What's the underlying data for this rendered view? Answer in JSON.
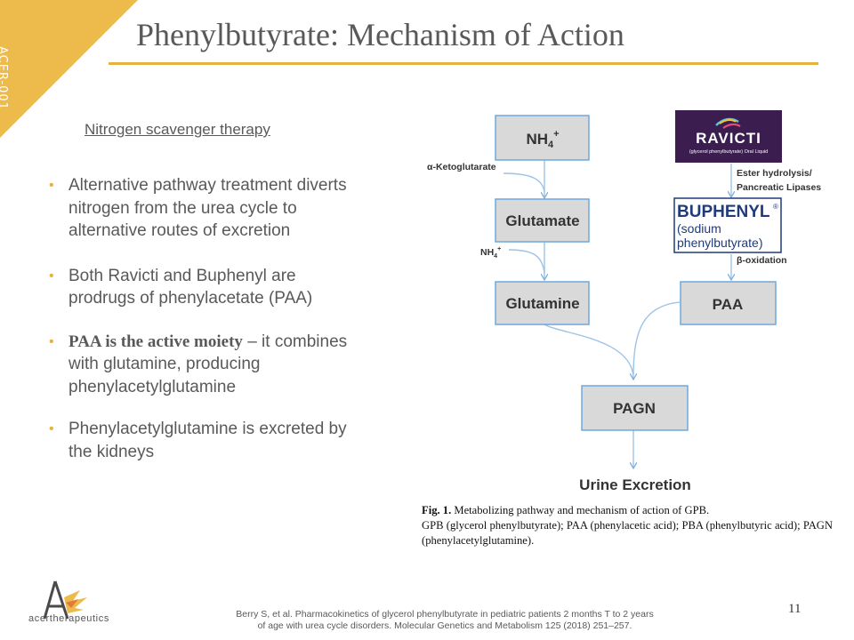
{
  "slide": {
    "tag": "ACER-001",
    "title": "Phenylbutyrate: Mechanism of Action",
    "subheading": "Nitrogen scavenger therapy",
    "bullets": [
      "Alternative pathway treatment diverts nitrogen from the urea cycle to alternative routes of excretion",
      "Both Ravicti and Buphenyl are prodrugs of phenylacetate (PAA)",
      {
        "bold": "PAA is the active moiety",
        "rest": " – it combines with glutamine, producing phenylacetylglutamine"
      },
      "Phenylacetylglutamine is excreted by the kidneys"
    ],
    "page_number": "11",
    "citation_line1": "Berry S, et al. Pharmacokinetics of glycerol phenylbutyrate in pediatric patients 2 months T to 2 years",
    "citation_line2": "of age with urea cycle disorders. Molecular Genetics and Metabolism 125 (2018) 251–257.",
    "logo_text": "acertherapeutics"
  },
  "diagram": {
    "nodes": {
      "nh4": "NH",
      "nh4_sub": "4",
      "nh4_sup": "+",
      "glutamate": "Glutamate",
      "glutamine": "Glutamine",
      "paa": "PAA",
      "pagn": "PAGN",
      "urine": "Urine Excretion"
    },
    "labels": {
      "alpha_kg": "α-Ketoglutarate",
      "nh4_small": "NH",
      "nh4_small_sub": "4",
      "nh4_small_sup": "+",
      "ester1": "Ester hydrolysis/",
      "ester2": "Pancreatic Lipases",
      "beta_ox": "β-oxidation"
    },
    "ravicti": {
      "name": "RAVICTI",
      "sub": "(glycerol phenylbutyrate) Oral Liquid"
    },
    "buphenyl": {
      "name": "BUPHENYL",
      "mark": "®",
      "line2": "(sodium",
      "line3": "phenylbutyrate)"
    }
  },
  "caption": {
    "fig_label": "Fig. 1.",
    "line1": " Metabolizing pathway and mechanism of action of GPB.",
    "rest": "GPB (glycerol phenylbutyrate); PAA (phenylacetic acid); PBA (phenylbutyric acid); PAGN (phenylacetylglutamine)."
  },
  "colors": {
    "accent": "#EDBA4C",
    "box_fill": "#D9D9D9",
    "box_stroke": "#6FA8DC",
    "arrow": "#9DC3E6",
    "ravicti_bg": "#3B1E4F"
  }
}
